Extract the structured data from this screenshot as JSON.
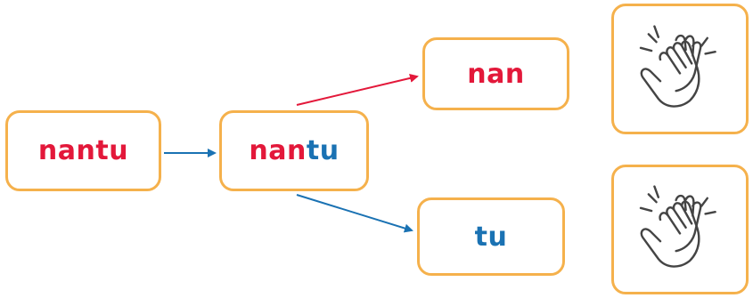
{
  "source": {
    "word": "nantu"
  },
  "split": {
    "first_part": "nan",
    "second_part": "tu"
  },
  "outputs": [
    {
      "syllable": "nan",
      "icon": "clapping-hands-icon"
    },
    {
      "syllable": "tu",
      "icon": "clapping-hands-icon"
    }
  ],
  "colors": {
    "border": "#f5b14c",
    "red": "#e3183a",
    "blue": "#1a72b3"
  }
}
